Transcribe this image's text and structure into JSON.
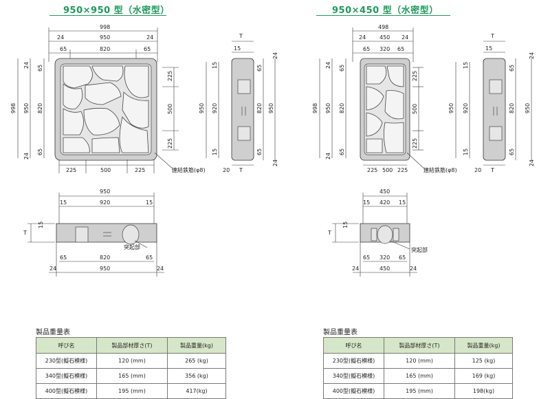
{
  "left_title": "950×950 型（水密型）",
  "right_title": "950×450 型（水密型）",
  "left": {
    "top_w": "998",
    "w24a": "24",
    "w950": "950",
    "w24b": "24",
    "w65a": "65",
    "w820": "820",
    "w65b": "65",
    "h24a": "24",
    "h65a": "65",
    "h998": "998",
    "h950": "950",
    "h820": "820",
    "h65b": "65",
    "h24b": "24",
    "r225a": "225",
    "r500": "500",
    "r225b": "225",
    "b225a": "225",
    "b500": "500",
    "b225b": "225",
    "rebar": "連結鉄筋(φ8)",
    "sv_T": "T",
    "sv_15": "15",
    "sv_24": "24",
    "sv_15b": "15",
    "sv_920": "920",
    "sv_950": "950",
    "sv_65a": "65",
    "sv_820": "820",
    "sv_950r": "950",
    "sv_65b": "65",
    "sv_24b": "24",
    "sv_20": "20",
    "sv_T2": "T",
    "sv_15c": "15",
    "fv_950": "950",
    "fv_15a": "15",
    "fv_920": "920",
    "fv_15b": "15",
    "fv_T": "T",
    "fv_15": "15",
    "fv_65a": "65",
    "fv_820": "820",
    "fv_65b": "65",
    "fv_24a": "24",
    "fv_950b": "950",
    "fv_24b": "24",
    "bump": "突起部"
  },
  "right": {
    "top_w": "498",
    "w24a": "24",
    "w450": "450",
    "w24b": "24",
    "w65a": "65",
    "w320": "320",
    "w65b": "65",
    "h24a": "24",
    "h65a": "65",
    "h998": "998",
    "h950": "950",
    "h820": "820",
    "h65b": "65",
    "h24b": "24",
    "r225a": "225",
    "r500": "500",
    "r225b": "225",
    "b225a": "225",
    "b500": "500",
    "b225b": "225",
    "rebar": "連結鉄筋(φ8)",
    "sv_T": "T",
    "sv_15": "15",
    "sv_24": "24",
    "sv_15b": "15",
    "sv_920": "920",
    "sv_950": "950",
    "sv_65a": "65",
    "sv_820": "820",
    "sv_950r": "950",
    "sv_65b": "65",
    "sv_24b": "24",
    "sv_20": "20",
    "sv_T2": "T",
    "sv_15c": "15",
    "fv_450": "450",
    "fv_15a": "15",
    "fv_420": "420",
    "fv_15b": "15",
    "fv_T": "T",
    "fv_15": "15",
    "fv_65a": "65",
    "fv_320": "320",
    "fv_65b": "65",
    "fv_24a": "24",
    "fv_450b": "450",
    "fv_24b": "24",
    "bump": "突起部"
  },
  "left_table": {
    "title": "製品重量表",
    "headers": [
      "呼び名",
      "製品部材厚さ(T)",
      "製品重量(kg)"
    ],
    "rows": [
      [
        "230型(擬石模様)",
        "120 (mm)",
        "265 (kg)"
      ],
      [
        "340型(擬石模様)",
        "165 (mm)",
        "356 (kg)"
      ],
      [
        "400型(擬石模様)",
        "195 (mm)",
        "417(kg)"
      ]
    ]
  },
  "right_table": {
    "title": "製品重量表",
    "headers": [
      "呼び名",
      "製品部材厚さ(T)",
      "製品重量(kg)"
    ],
    "rows": [
      [
        "230型(擬石模様)",
        "120 (mm)",
        "125 (kg)"
      ],
      [
        "340型(擬石模様)",
        "165 (mm)",
        "169 (kg)"
      ],
      [
        "400型(擬石模様)",
        "195 (mm)",
        "198(kg)"
      ]
    ]
  },
  "colors": {
    "title_green": "#1e9a5a",
    "table_header": "#d6e6c8",
    "panel_gray": "#cfcfcf"
  }
}
